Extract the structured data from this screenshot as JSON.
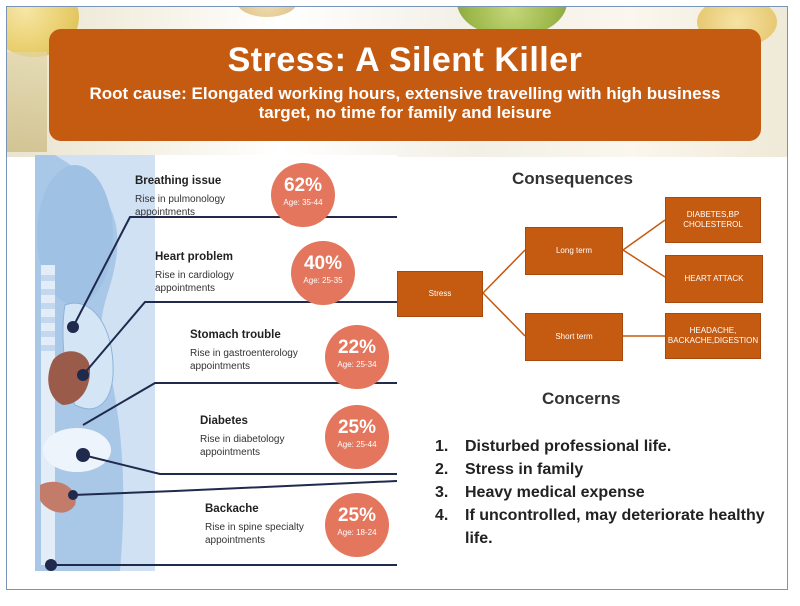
{
  "title": "Stress: A Silent Killer",
  "subtitle": "Root cause: Elongated working hours, extensive travelling with high business target, no time for family and leisure",
  "infographic": {
    "items": [
      {
        "name": "Breathing issue",
        "desc": "Rise in pulmonology appointments",
        "percent": "62%",
        "age": "Age: 35-44"
      },
      {
        "name": "Heart problem",
        "desc": "Rise in cardiology appointments",
        "percent": "40%",
        "age": "Age: 25-35"
      },
      {
        "name": "Stomach trouble",
        "desc": "Rise in gastroenterology appointments",
        "percent": "22%",
        "age": "Age: 25-34"
      },
      {
        "name": "Diabetes",
        "desc": "Rise in diabetology appointments",
        "percent": "25%",
        "age": "Age: 25-44"
      },
      {
        "name": "Backache",
        "desc": "Rise in spine specialty appointments",
        "percent": "25%",
        "age": "Age: 18-24"
      }
    ]
  },
  "consequences": {
    "title": "Consequences",
    "root": "Stress",
    "long_term": "Long term",
    "short_term": "Short term",
    "long_term_items": [
      "DIABETES,BP CHOLESTEROL",
      "HEART ATTACK"
    ],
    "short_term_items": [
      "HEADACHE, BACKACHE,DIGESTION"
    ]
  },
  "concerns": {
    "title": "Concerns",
    "items": [
      {
        "num": "1.",
        "text": "Disturbed professional  life."
      },
      {
        "num": "2.",
        "text": "Stress in family"
      },
      {
        "num": "3.",
        "text": "Heavy medical  expense"
      },
      {
        "num": "4.",
        "text": "If uncontrolled,  may deteriorate healthy life."
      }
    ]
  },
  "colors": {
    "accent": "#c55a11",
    "circle": "#e4765d",
    "body_blue": "#b9d4ee",
    "line_navy": "#1f2a4d"
  }
}
